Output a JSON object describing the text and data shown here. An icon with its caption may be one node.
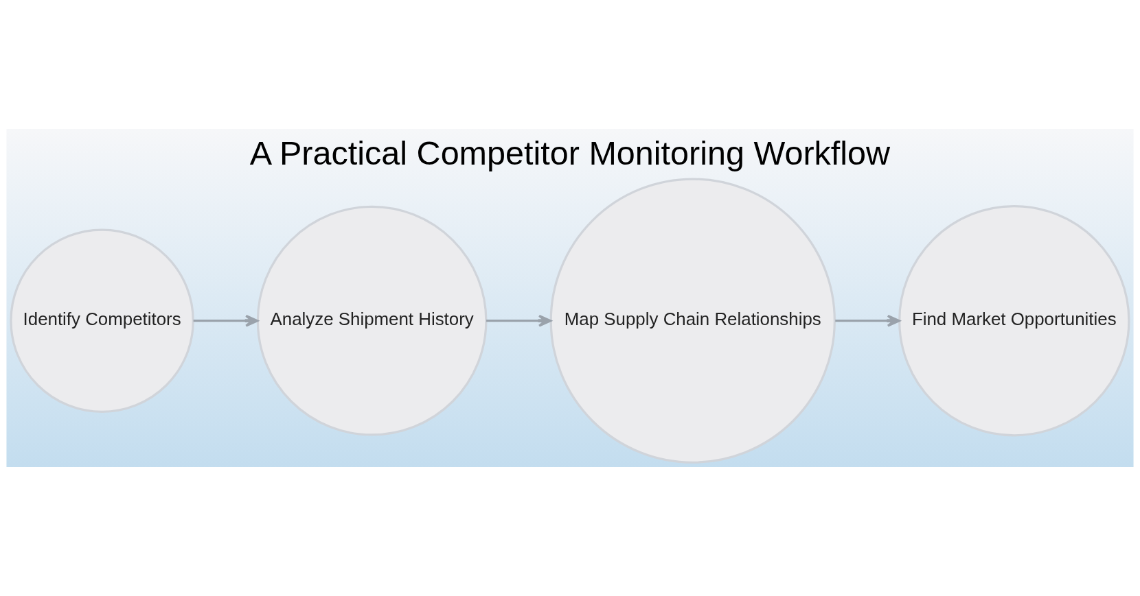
{
  "diagram": {
    "title": "A Practical Competitor Monitoring Workflow",
    "nodes": [
      {
        "text": [
          "Identify Competitors"
        ]
      },
      {
        "text": [
          "Analyze Shipment History"
        ]
      },
      {
        "text": [
          "Map Supply Chain Relationships"
        ]
      },
      {
        "text": [
          "Find Market Opportunities"
        ]
      }
    ],
    "edges": [
      {
        "from": 0,
        "to": 1,
        "arrow": "to"
      },
      {
        "from": 1,
        "to": 2,
        "arrow": "to"
      },
      {
        "from": 2,
        "to": 3,
        "arrow": "to"
      }
    ]
  }
}
